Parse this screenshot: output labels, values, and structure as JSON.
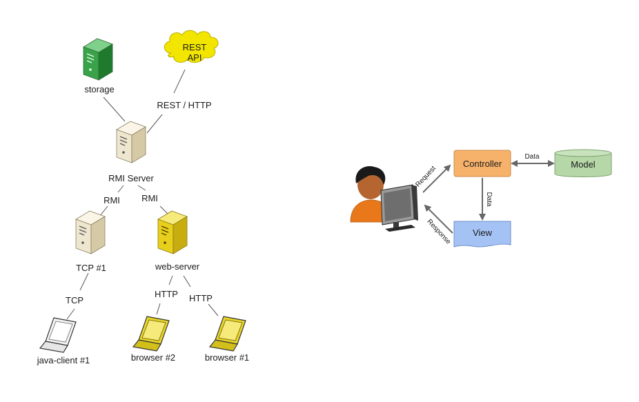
{
  "left_diagram": {
    "cloud_label_line1": "REST",
    "cloud_label_line2": "API",
    "storage_label": "storage",
    "rest_http_label": "REST / HTTP",
    "rmi_server_label": "RMI Server",
    "rmi_left_label": "RMI",
    "rmi_right_label": "RMI",
    "tcp1_label": "TCP #1",
    "webserver_label": "web-server",
    "tcp_label": "TCP",
    "http_left_label": "HTTP",
    "http_right_label": "HTTP",
    "java_client_label": "java-client #1",
    "browser2_label": "browser #2",
    "browser1_label": "browser #1"
  },
  "right_diagram": {
    "controller_label": "Controller",
    "model_label": "Model",
    "view_label": "View",
    "data_top_label": "Data",
    "data_vertical_label": "Data",
    "request_label": "Request",
    "response_label": "Response"
  },
  "colors": {
    "controller_fill": "#f6b26b",
    "model_fill": "#b6d7a8",
    "view_fill": "#a4c2f4",
    "cloud_fill": "#f2e600",
    "server_beige": "#efe6cf",
    "server_green": "#3aa34a",
    "server_yellow": "#e8cf1c",
    "laptop_yellow": "#e7d42a"
  }
}
